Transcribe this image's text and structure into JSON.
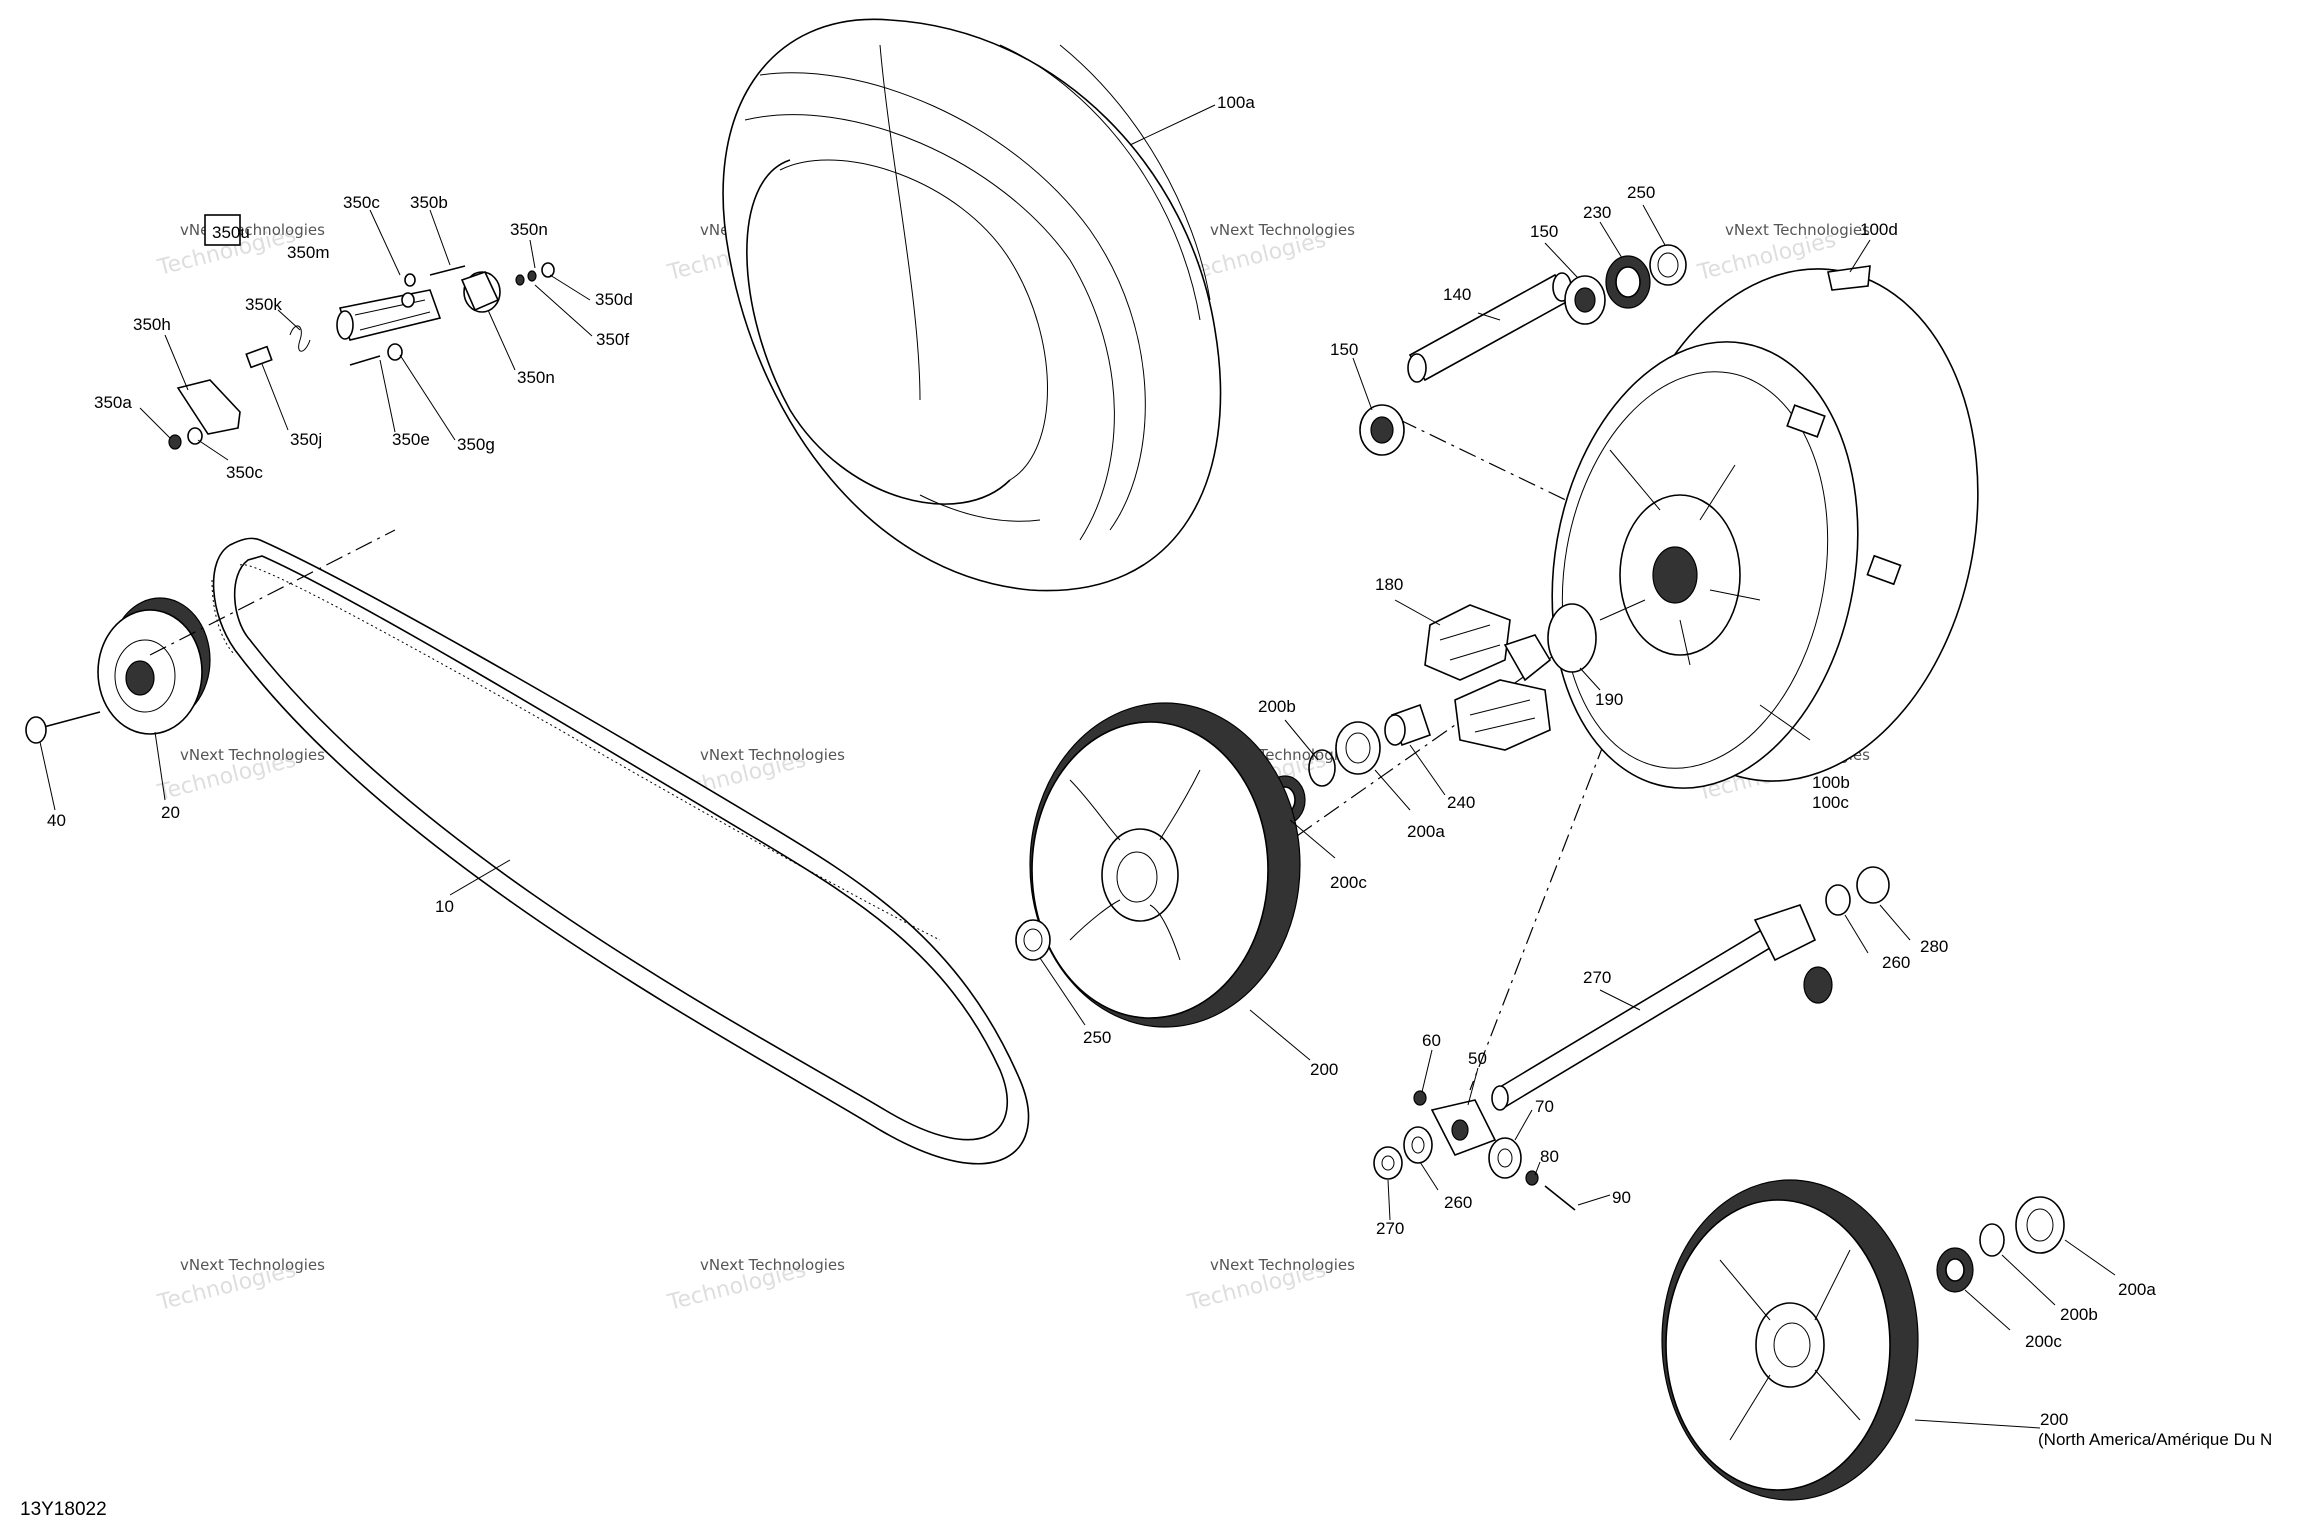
{
  "figure": {
    "code": "13Y18022",
    "watermark_line1": "vNext Technologies",
    "watermark_line2": "Technologies"
  },
  "labels": {
    "p100a": "100a",
    "p100b": "100b",
    "p100c": "100c",
    "p100d": "100d",
    "p140": "140",
    "p150a": "150",
    "p150b": "150",
    "p230": "230",
    "p250a": "250",
    "p250b": "250",
    "p180": "180",
    "p190": "190",
    "p200b_a": "200b",
    "p200c_a": "200c",
    "p200a_a": "200a",
    "p240": "240",
    "p200_a": "200",
    "p10": "10",
    "p20": "20",
    "p40": "40",
    "p270a": "270",
    "p270b": "270",
    "p260a": "260",
    "p260b": "260",
    "p280": "280",
    "p60": "60",
    "p50": "50",
    "p70": "70",
    "p80": "80",
    "p90": "90",
    "p200a_b": "200a",
    "p200b_b": "200b",
    "p200c_b": "200c",
    "p200_b": "200",
    "p200_note": "(North America/Amérique Du N",
    "p350u": "350u",
    "p350m": "350m",
    "p350c_top": "350c",
    "p350b": "350b",
    "p350n_top": "350n",
    "p350k": "350k",
    "p350h": "350h",
    "p350d": "350d",
    "p350n_mid": "350n",
    "p350f": "350f",
    "p350a": "350a",
    "p350j": "350j",
    "p350e": "350e",
    "p350g": "350g",
    "p350c_bot": "350c"
  }
}
